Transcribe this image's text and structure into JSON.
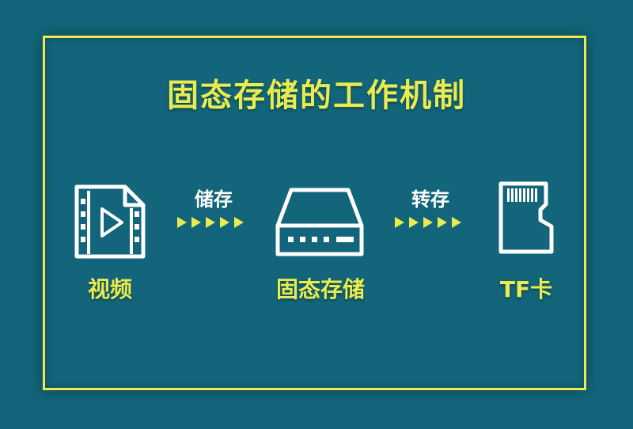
{
  "title": "固态存储的工作机制",
  "nodes": {
    "video": {
      "label": "视频",
      "icon": "video-file-icon"
    },
    "ssd": {
      "label": "固态存储",
      "icon": "ssd-drive-icon"
    },
    "tf": {
      "label": "TF卡",
      "icon": "tf-card-icon"
    }
  },
  "edges": [
    {
      "from": "video",
      "to": "ssd",
      "label": "储存"
    },
    {
      "from": "ssd",
      "to": "tf",
      "label": "转存"
    }
  ],
  "colors": {
    "background": "#12657a",
    "accent": "#e9ec4f",
    "icon": "#ffffff"
  }
}
